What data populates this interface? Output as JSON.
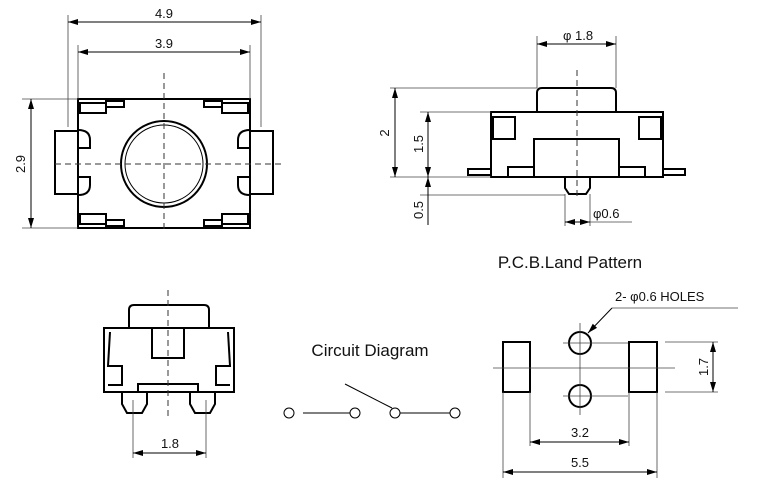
{
  "top_view": {
    "width_overall": "4.9",
    "width_body": "3.9",
    "height": "2.9"
  },
  "side_view": {
    "button_diameter": "φ 1.8",
    "total_height": "2",
    "body_height": "1.5",
    "pin_height": "0.5",
    "pin_diameter": "φ0.6"
  },
  "front_view": {
    "pin_pitch": "1.8"
  },
  "circuit": {
    "title": "Circuit Diagram"
  },
  "land_pattern": {
    "title": "P.C.B.Land Pattern",
    "holes_note": "2- φ0.6  HOLES",
    "pad_height": "1.7",
    "inner_span": "3.2",
    "outer_span": "5.5"
  }
}
